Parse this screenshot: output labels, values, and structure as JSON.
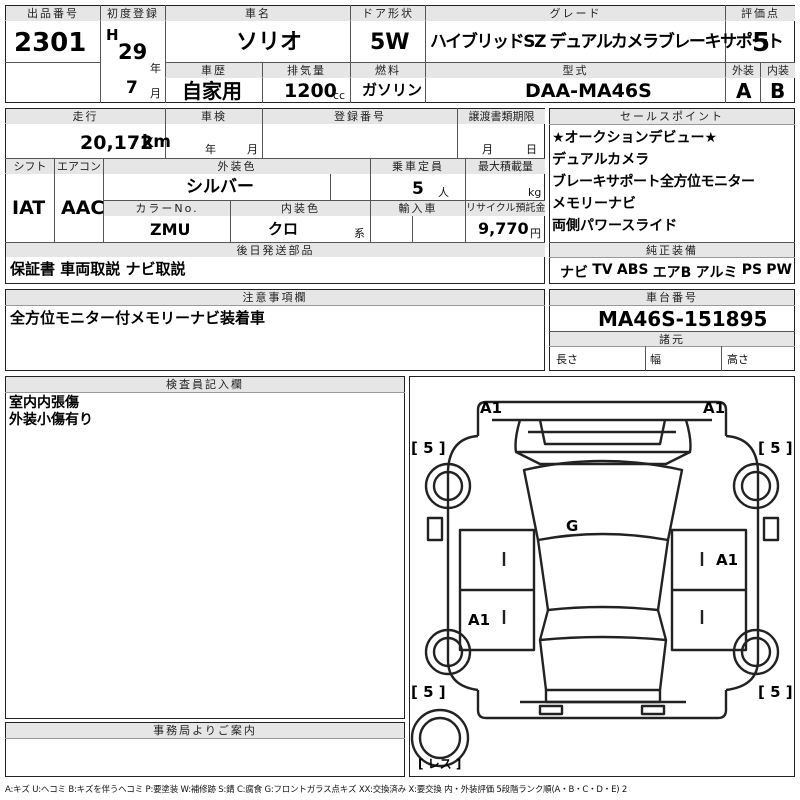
{
  "header": {
    "lot_label": "出品番号",
    "lot": "2301",
    "first_reg_label": "初度登録",
    "era": "H",
    "year": "29",
    "year_unit": "年",
    "month": "7",
    "month_unit": "月",
    "car_name_label": "車名",
    "car_name": "ソリオ",
    "door_label": "ドア形状",
    "door": "5W",
    "grade_label": "グレード",
    "grade": "ハイブリッドSZ デュアルカメラブレーキサポート",
    "score_label": "評価点",
    "score": "5",
    "history_label": "車歴",
    "history": "自家用",
    "displacement_label": "排気量",
    "displacement": "1200",
    "displacement_unit": "cc",
    "fuel_label": "燃料",
    "fuel": "ガソリン",
    "model_code_label": "型式",
    "model_code": "DAA-MA46S",
    "exterior_grade_label": "外装",
    "exterior_grade": "A",
    "interior_grade_label": "内装",
    "interior_grade": "B"
  },
  "spec": {
    "mileage_label": "走行",
    "mileage": "20,172",
    "mileage_unit": "km",
    "inspection_label": "車検",
    "inspection_year_unit": "年",
    "inspection_month_unit": "月",
    "plate_label": "登録番号",
    "transfer_label": "譲渡書類期限",
    "transfer_month_unit": "月",
    "transfer_day_unit": "日",
    "shift_label": "シフト",
    "shift": "IAT",
    "aircon_label": "エアコン",
    "aircon": "AAC",
    "color_label": "外装色",
    "color": "シルバー",
    "capacity_label": "乗車定員",
    "capacity": "5",
    "capacity_unit": "人",
    "load_label": "最大積載量",
    "load_unit": "kg",
    "color_no_label": "カラーNo.",
    "color_no": "ZMU",
    "interior_color_label": "内装色",
    "interior_color": "クロ",
    "interior_color_unit": "系",
    "import_label": "輸入車",
    "recycle_label": "リサイクル預託金",
    "recycle": "9,770",
    "recycle_unit": "円"
  },
  "sales_points": {
    "label": "セールスポイント",
    "items": [
      "★オークションデビュー★",
      "デュアルカメラ",
      "ブレーキサポート全方位モニター",
      "メモリーナビ",
      "両側パワースライド"
    ]
  },
  "after_parts": {
    "label": "後日発送部品",
    "text": "保証書 車両取説 ナビ取説"
  },
  "equipment": {
    "label": "純正装備",
    "items": [
      "ナビ",
      "TV",
      "ABS",
      "エアB",
      "アルミ",
      "PS",
      "PW"
    ]
  },
  "notes": {
    "label": "注意事項欄",
    "text": "全方位モニター付メモリーナビ装着車"
  },
  "chassis": {
    "label": "車台番号",
    "number": "MA46S-151895",
    "dims_label": "諸元",
    "length_label": "長さ",
    "width_label": "幅",
    "height_label": "高さ"
  },
  "inspector": {
    "label": "検査員記入欄",
    "lines": [
      "室内内張傷",
      "外装小傷有り"
    ]
  },
  "office": {
    "label": "事務局よりご案内"
  },
  "diagram": {
    "marks": {
      "front_left": "A1",
      "front_right": "A1",
      "roof": "G",
      "right_side": "A1",
      "left_side": "A1",
      "tire_fl": "[ 5 ]",
      "tire_fr": "[ 5 ]",
      "tire_rl": "[ 5 ]",
      "tire_rr": "[ 5 ]",
      "spare": "[ レス ]"
    }
  },
  "legend": "A:キズ U:ヘコミ B:キズを伴うヘコミ P:要塗装 W:補修跡 S:錆 C:腐食 G:フロントガラス点キズ XX:交換済み X:要交換 内・外装評価 5段階ランク順(A・B・C・D・E) 2"
}
